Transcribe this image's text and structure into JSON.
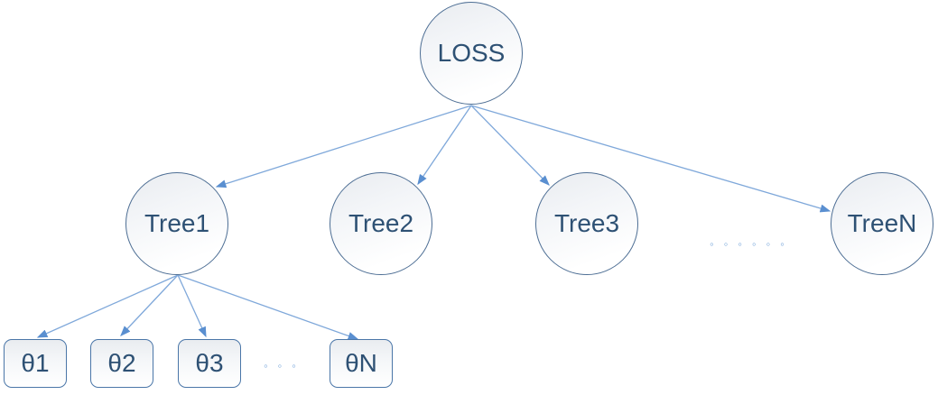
{
  "diagram": {
    "title": "loss-to-trees-hierarchy",
    "root": {
      "label": "LOSS"
    },
    "level2": {
      "nodes": [
        {
          "label": "Tree1"
        },
        {
          "label": "Tree2"
        },
        {
          "label": "Tree3"
        },
        {
          "label": "TreeN"
        }
      ],
      "ellipsis": "◦◦◦◦◦◦"
    },
    "level3": {
      "parent": "Tree1",
      "nodes": [
        {
          "label": "θ1"
        },
        {
          "label": "θ2"
        },
        {
          "label": "θ3"
        },
        {
          "label": "θN"
        }
      ],
      "ellipsis": "◦◦◦"
    },
    "colors": {
      "node_border": "#4d6e94",
      "box_border": "#4a76a8",
      "node_fill_top": "#e9ecf0",
      "node_fill_bottom": "#ffffff",
      "text": "#2e5174",
      "arrow_line": "#7fa8da",
      "arrow_head": "#5a8fd0",
      "background": "#ffffff"
    }
  }
}
